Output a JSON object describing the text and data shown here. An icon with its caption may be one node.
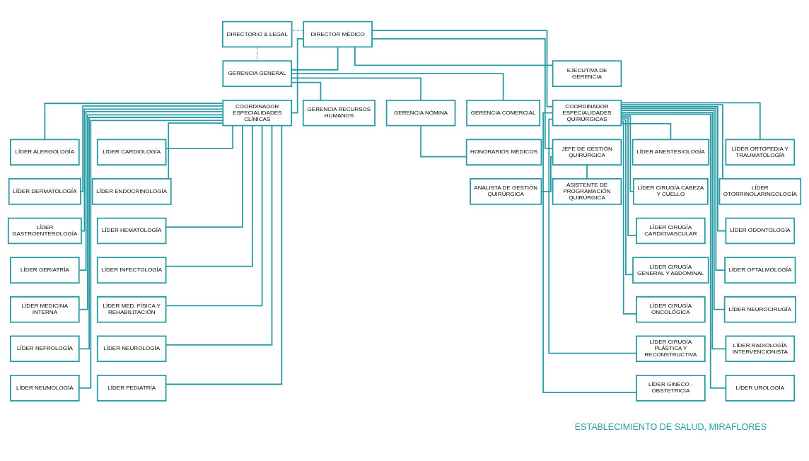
{
  "diagram": {
    "nodes": [
      {
        "text": [
          "DIRECTORIO & LEGAL"
        ]
      },
      {
        "text": [
          "DIRECTOR MÉDICO"
        ]
      },
      {
        "text": [
          "EJECUTIVA DE GERENCIA"
        ]
      },
      {
        "text": [
          "GERENCIA GENERAL"
        ]
      },
      {
        "text": [
          "COORDINADOR ESPECIALIDADES QUIRÚRGICAS"
        ]
      },
      {
        "text": [
          "COORDINADOR ESPECIALIDADES CLÍNICAS"
        ]
      },
      {
        "text": [
          "JEFE DE GESTIÓN QUIRÚRGICA"
        ]
      },
      {
        "text": [
          "GERENCIA RECURSOS HUMANOS"
        ]
      },
      {
        "text": [
          "GERENCIA NÓMINA"
        ]
      },
      {
        "text": [
          "GERENCIA COMERCIAL"
        ]
      },
      {
        "text": [
          "HONORARIOS MÉDICOS"
        ]
      },
      {
        "text": [
          "LÍDER ANESTESIOLOGÍA"
        ]
      },
      {
        "text": [
          "LÍDER ORTOPEDIA Y TRAUMATOLOGÍA"
        ]
      },
      {
        "text": [
          "LÍDER CIRUGÍA CABEZA Y CUELLO"
        ]
      },
      {
        "text": [
          "LÍDER OTORRINOLARINGOLOGÍA"
        ]
      },
      {
        "text": [
          "LÍDER CIRUGÍA CARDIOVASCULAR"
        ]
      },
      {
        "text": [
          "LÍDER ODONTOLOGÍA"
        ]
      },
      {
        "text": [
          "LÍDER CIRUGÍA GENERAL Y ABDOMINAL"
        ]
      },
      {
        "text": [
          "LÍDER OFTALMOLOGÍA"
        ]
      },
      {
        "text": [
          "LÍDER CIRUGÍA ONCOLÓGICA"
        ]
      },
      {
        "text": [
          "LÍDER NEUROCIRUGÍA"
        ]
      },
      {
        "text": [
          "LÍDER CIRUGÍA PLÁSTICA Y RECONSTRUCTIVA"
        ]
      },
      {
        "text": [
          "LÍDER RADIOLOGÍA INTERVENCIONISTA"
        ]
      },
      {
        "text": [
          "LÍDER GINECO - OBSTETRICIA"
        ]
      },
      {
        "text": [
          "LÍDER UROLOGÍA"
        ]
      },
      {
        "text": [
          "LÍDER ALERGOLOGÍA"
        ]
      },
      {
        "text": [
          "LÍDER CARDIOLOGÍA"
        ]
      },
      {
        "text": [
          "LÍDER DERMATOLOGÍA"
        ]
      },
      {
        "text": [
          "LÍDER ENDOCRINOLOGÍA"
        ]
      },
      {
        "text": [
          "LÍDER GASTROENTEROLOGÍA"
        ]
      },
      {
        "text": [
          "LÍDER HEMATOLOGÍA"
        ]
      },
      {
        "text": [
          "LÍDER GERIATRÍA"
        ]
      },
      {
        "text": [
          "LÍDER INFECTOLOGÍA"
        ]
      },
      {
        "text": [
          "LÍDER MEDICINA INTERNA"
        ]
      },
      {
        "text": [
          "LÍDER MED. FÍSICA Y REHABILITACIÓN"
        ]
      },
      {
        "text": [
          "LÍDER NEFROLOGÍA"
        ]
      },
      {
        "text": [
          "LÍDER NEUROLOGÍA"
        ]
      },
      {
        "text": [
          "LÍDER NEUMOLOGÍA"
        ]
      },
      {
        "text": [
          "LÍDER PEDIATRÍA"
        ]
      },
      {
        "text": [
          "ANALISTA DE GESTIÓN QUIRÚRGICA"
        ]
      },
      {
        "text": [
          "ASISTENTE DE PROGRAMACIÓN QUIRÚRGICA"
        ]
      }
    ],
    "edges": [
      {
        "from": 0,
        "to": 1,
        "arrow": "none",
        "style": "dashed"
      },
      {
        "from": 0,
        "to": 3,
        "arrow": "none",
        "style": "dashed"
      },
      {
        "from": 1,
        "to": 2,
        "arrow": "none"
      },
      {
        "from": 1,
        "to": 3,
        "arrow": "none"
      },
      {
        "from": 1,
        "to": 4,
        "arrow": "none"
      },
      {
        "from": 1,
        "to": 5,
        "arrow": "none"
      },
      {
        "from": 1,
        "to": 6,
        "arrow": "none"
      },
      {
        "from": 3,
        "to": 7,
        "arrow": "none"
      },
      {
        "from": 3,
        "to": 8,
        "arrow": "none"
      },
      {
        "from": 3,
        "to": 9,
        "arrow": "none"
      },
      {
        "from": 8,
        "to": 10,
        "arrow": "none"
      },
      {
        "from": 4,
        "to": 11,
        "arrow": "none"
      },
      {
        "from": 4,
        "to": 12,
        "arrow": "none"
      },
      {
        "from": 4,
        "to": 13,
        "arrow": "none"
      },
      {
        "from": 4,
        "to": 14,
        "arrow": "none"
      },
      {
        "from": 4,
        "to": 15,
        "arrow": "none"
      },
      {
        "from": 4,
        "to": 16,
        "arrow": "none"
      },
      {
        "from": 4,
        "to": 17,
        "arrow": "none"
      },
      {
        "from": 4,
        "to": 18,
        "arrow": "none"
      },
      {
        "from": 4,
        "to": 19,
        "arrow": "none"
      },
      {
        "from": 4,
        "to": 20,
        "arrow": "none"
      },
      {
        "from": 4,
        "to": 21,
        "arrow": "none"
      },
      {
        "from": 4,
        "to": 22,
        "arrow": "none"
      },
      {
        "from": 4,
        "to": 23,
        "arrow": "none"
      },
      {
        "from": 4,
        "to": 24,
        "arrow": "none"
      },
      {
        "from": 5,
        "to": 25,
        "arrow": "none"
      },
      {
        "from": 5,
        "to": 26,
        "arrow": "none"
      },
      {
        "from": 5,
        "to": 27,
        "arrow": "none"
      },
      {
        "from": 5,
        "to": 28,
        "arrow": "none"
      },
      {
        "from": 5,
        "to": 29,
        "arrow": "none"
      },
      {
        "from": 5,
        "to": 30,
        "arrow": "none"
      },
      {
        "from": 5,
        "to": 31,
        "arrow": "none"
      },
      {
        "from": 5,
        "to": 32,
        "arrow": "none"
      },
      {
        "from": 5,
        "to": 33,
        "arrow": "none"
      },
      {
        "from": 5,
        "to": 34,
        "arrow": "none"
      },
      {
        "from": 5,
        "to": 35,
        "arrow": "none"
      },
      {
        "from": 5,
        "to": 36,
        "arrow": "none"
      },
      {
        "from": 5,
        "to": 37,
        "arrow": "none"
      },
      {
        "from": 5,
        "to": 38,
        "arrow": "none"
      },
      {
        "from": 6,
        "to": 39,
        "arrow": "none"
      },
      {
        "from": 6,
        "to": 40,
        "arrow": "none"
      }
    ],
    "labels": [
      "ESTABLECIMIENTO DE SALUD, MIRAFLORES"
    ]
  }
}
